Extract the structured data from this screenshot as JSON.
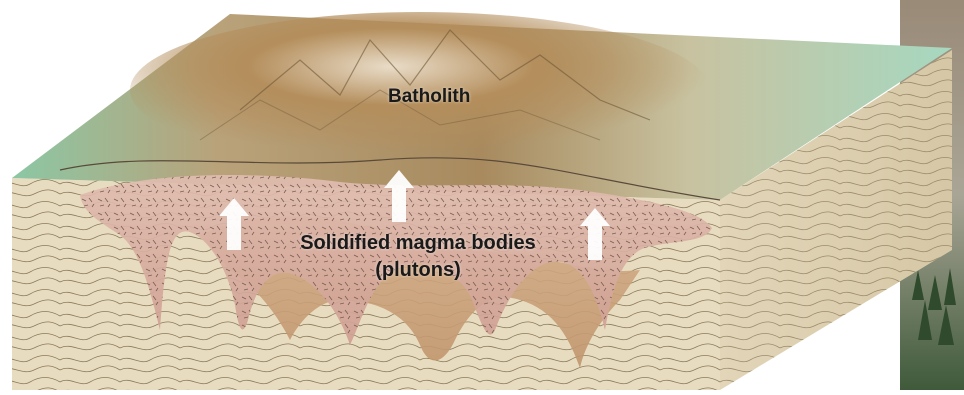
{
  "labels": {
    "batholith": "Batholith",
    "plutons_line1": "Solidified magma bodies",
    "plutons_line2": "(plutons)"
  },
  "colors": {
    "terrain_green": "#9dcfae",
    "terrain_brown": "#b89868",
    "rock_base": "#e8dcc0",
    "pluton_pink": "#d9b4a8",
    "arrow_white": "#ffffff"
  },
  "icons": [
    "upward-arrow-icon"
  ]
}
